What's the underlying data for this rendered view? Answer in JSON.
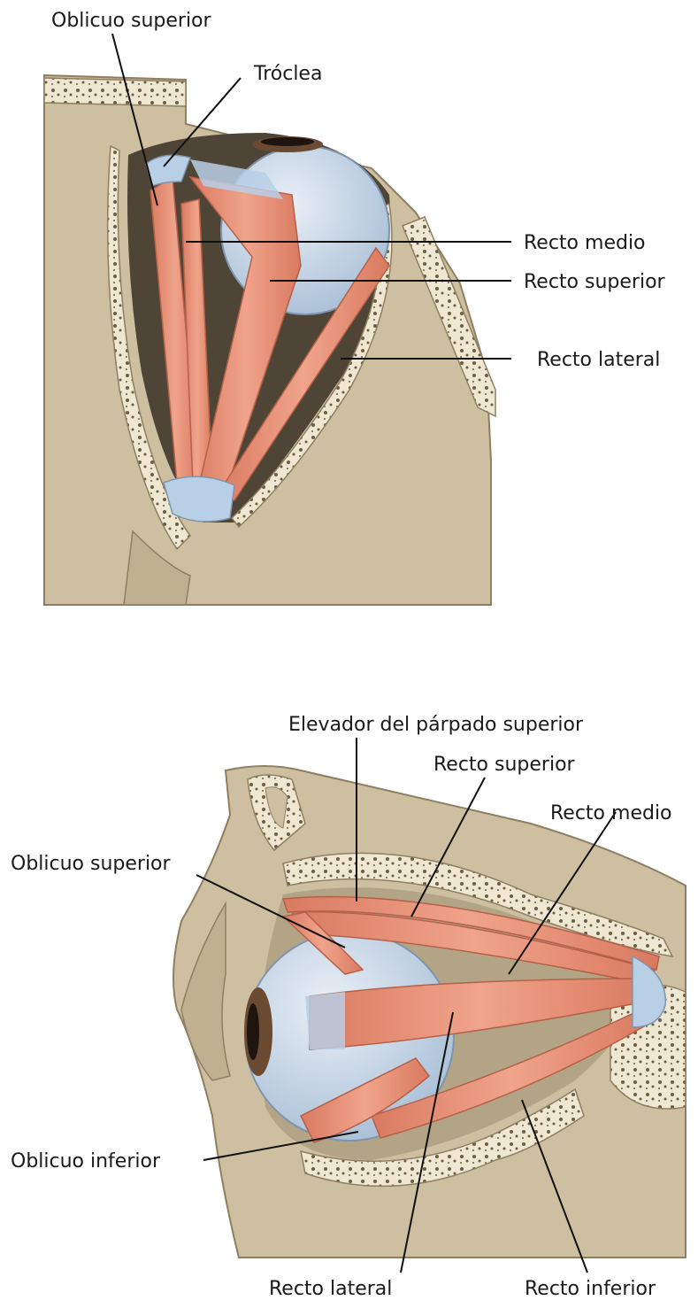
{
  "top_view": {
    "labels": {
      "oblicuo_superior": "Oblicuo superior",
      "troclea": "Tróclea",
      "recto_medio": "Recto medio",
      "recto_superior": "Recto superior",
      "recto_lateral": "Recto lateral"
    }
  },
  "side_view": {
    "labels": {
      "elevador": "Elevador del párpado superior",
      "recto_superior": "Recto superior",
      "recto_medio": "Recto medio",
      "oblicuo_superior": "Oblicuo superior",
      "oblicuo_inferior": "Oblicuo inferior",
      "recto_lateral": "Recto lateral",
      "recto_inferior": "Recto inferior"
    }
  },
  "colors": {
    "bone": "#cdbf9f",
    "bone_dark": "#a8987a",
    "marrow": "#efe7d2",
    "muscle": "#e8927a",
    "muscle_dark": "#c9684f",
    "tendon": "#b9cfe6",
    "eyeball": "#cfdcea",
    "shadow": "#4e4536"
  }
}
